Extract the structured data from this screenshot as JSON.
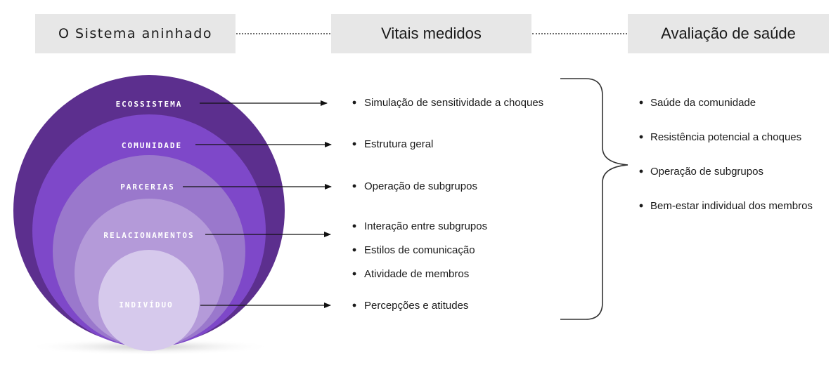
{
  "headers": {
    "nested_system": "O Sistema aninhado",
    "measured_vitals": "Vitais medidos",
    "health_assessment": "Avaliação de saúde"
  },
  "levels": {
    "ecosystem": "ECOSSISTEMA",
    "community": "COMUNIDADE",
    "partnerships": "PARCERIAS",
    "relationships": "RELACIONAMENTOS",
    "individual": "INDIVÍDUO"
  },
  "vitals": {
    "shock_sensitivity": "Simulação de sensitividade a choques",
    "overall_structure": "Estrutura geral",
    "subgroup_operation": "Operação de subgrupos",
    "subgroup_interaction": "Interação entre subgrupos",
    "communication_styles": "Estilos de comunicação",
    "member_activity": "Atividade de membros",
    "perceptions_attitudes": "Percepções e atitudes"
  },
  "assessment": {
    "community_health": "Saúde da comunidade",
    "shock_resistance": "Resistência potencial a choques",
    "subgroup_operation": "Operação de subgrupos",
    "member_wellbeing": "Bem-estar individual dos membros"
  },
  "colors": {
    "ring_ecosystem": "#5c2f8e",
    "ring_community": "#7e48c9",
    "ring_partnerships": "#9a78cc",
    "ring_relationships": "#b49ad9",
    "ring_individual": "#d6c9ec",
    "header_bg": "#e7e7e7"
  }
}
